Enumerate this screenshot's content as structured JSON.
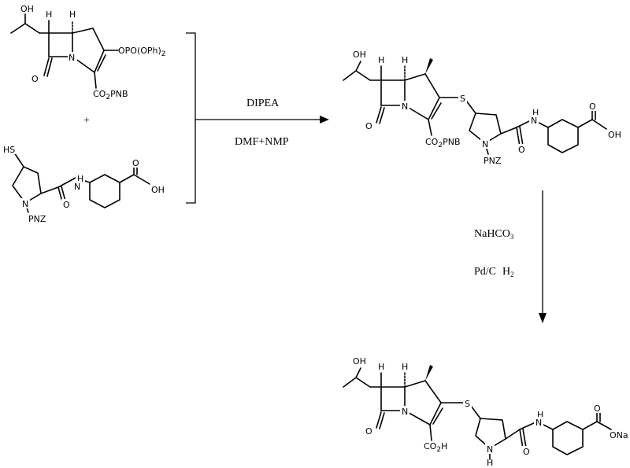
{
  "reagents": {
    "step1": {
      "reagent": "DIPEA",
      "solvent": "DMF+NMP"
    },
    "step2": {
      "reagent_main": "NaHCO",
      "reagent_sub": "3",
      "catalyst": "Pd/C",
      "gas_main": "H",
      "gas_sub": "2"
    }
  },
  "plus_sign": "+",
  "atom_labels": {
    "oh": "OH",
    "h": "H",
    "o": "O",
    "n": "N",
    "s": "S",
    "nh_h": "H",
    "hs": "HS",
    "opo_main": "OPO(OPh)",
    "opo_sub": "2",
    "co2_main": "CO",
    "co2_sub": "2",
    "pnb": "PNB",
    "pnz": "PNZ",
    "cooh": "OH",
    "co2h_tail": "H",
    "ona": "ONa"
  }
}
